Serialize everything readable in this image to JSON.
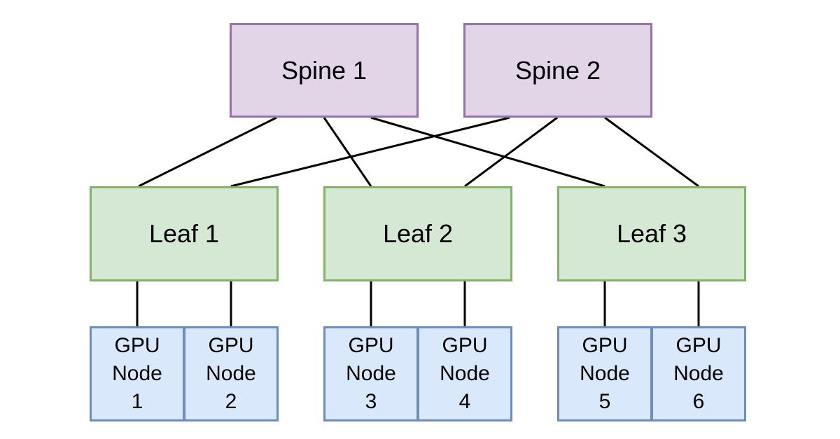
{
  "colors": {
    "spine_fill": "#e1d5e7",
    "spine_border": "#9673a6",
    "leaf_fill": "#d5e8d4",
    "leaf_border": "#82b366",
    "node_fill": "#dae8fc",
    "node_border": "#6c8ebf",
    "link": "#000000"
  },
  "spines": [
    {
      "id": "spine-1",
      "label": "Spine 1"
    },
    {
      "id": "spine-2",
      "label": "Spine 2"
    }
  ],
  "leaves": [
    {
      "id": "leaf-1",
      "label": "Leaf 1"
    },
    {
      "id": "leaf-2",
      "label": "Leaf 2"
    },
    {
      "id": "leaf-3",
      "label": "Leaf 3"
    }
  ],
  "nodes": [
    {
      "id": "node-1",
      "lines": [
        "GPU",
        "Node",
        "1"
      ],
      "leaf": "leaf-1"
    },
    {
      "id": "node-2",
      "lines": [
        "GPU",
        "Node",
        "2"
      ],
      "leaf": "leaf-1"
    },
    {
      "id": "node-3",
      "lines": [
        "GPU",
        "Node",
        "3"
      ],
      "leaf": "leaf-2"
    },
    {
      "id": "node-4",
      "lines": [
        "GPU",
        "Node",
        "4"
      ],
      "leaf": "leaf-2"
    },
    {
      "id": "node-5",
      "lines": [
        "GPU",
        "Node",
        "5"
      ],
      "leaf": "leaf-3"
    },
    {
      "id": "node-6",
      "lines": [
        "GPU",
        "Node",
        "6"
      ],
      "leaf": "leaf-3"
    }
  ],
  "spine_leaf_links": [
    {
      "from": "spine-1",
      "to": "leaf-1"
    },
    {
      "from": "spine-1",
      "to": "leaf-2"
    },
    {
      "from": "spine-1",
      "to": "leaf-3"
    },
    {
      "from": "spine-2",
      "to": "leaf-1"
    },
    {
      "from": "spine-2",
      "to": "leaf-2"
    },
    {
      "from": "spine-2",
      "to": "leaf-3"
    }
  ],
  "leaf_node_links": [
    {
      "from": "leaf-1",
      "to": "node-1"
    },
    {
      "from": "leaf-1",
      "to": "node-2"
    },
    {
      "from": "leaf-2",
      "to": "node-3"
    },
    {
      "from": "leaf-2",
      "to": "node-4"
    },
    {
      "from": "leaf-3",
      "to": "node-5"
    },
    {
      "from": "leaf-3",
      "to": "node-6"
    }
  ]
}
